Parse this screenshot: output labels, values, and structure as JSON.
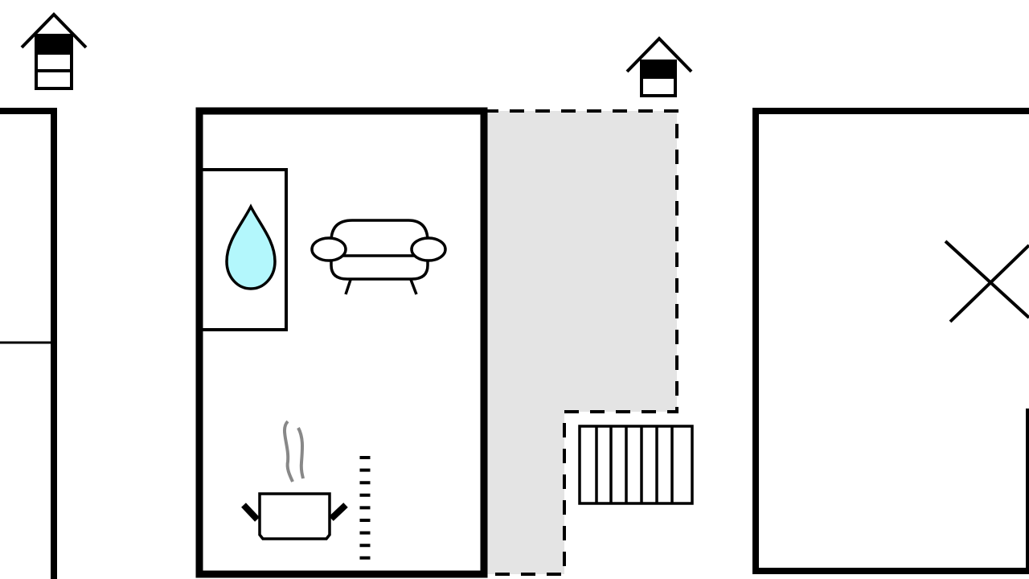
{
  "colors": {
    "wall": "#000000",
    "background": "#ffffff",
    "terrace_fill": "#e4e4e4",
    "water_fill": "#b3f7fc",
    "steam": "#888888"
  },
  "icons": [
    "floor-level-icon",
    "floor-level-icon",
    "water-drop-icon",
    "sofa-icon",
    "cooking-pot-icon",
    "stairs-icon",
    "cross-icon"
  ],
  "floor_indicators": [
    {
      "floors": 3,
      "highlighted_floor": 1
    },
    {
      "floors": 2,
      "highlighted_floor": 1
    }
  ]
}
